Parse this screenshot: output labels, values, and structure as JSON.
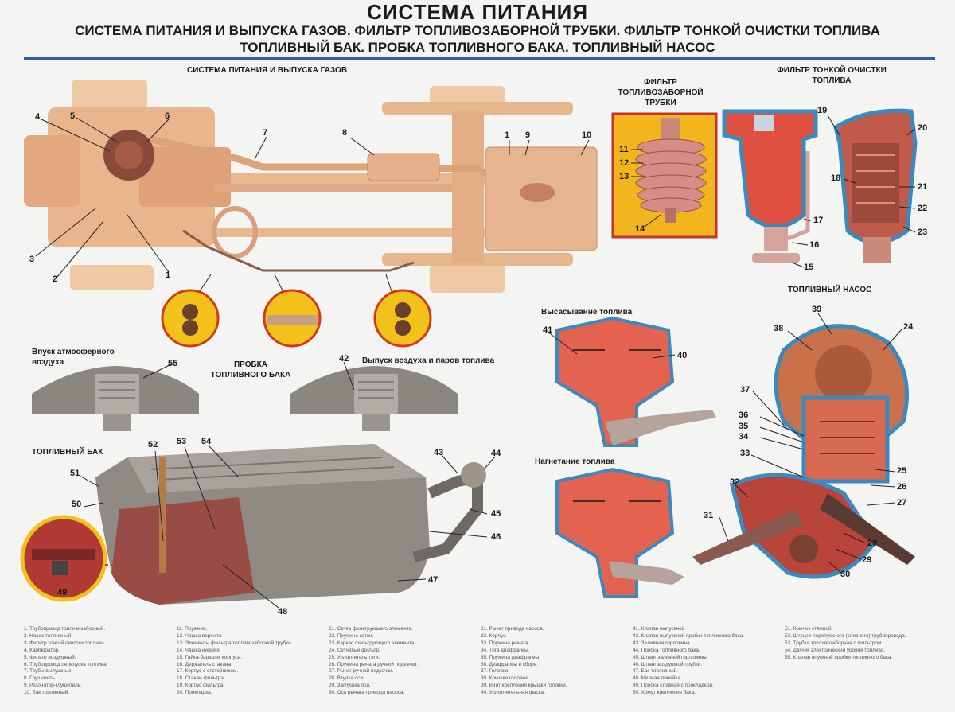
{
  "header": {
    "title": "СИСТЕМА ПИТАНИЯ",
    "subtitle_line1": "СИСТЕМА ПИТАНИЯ И ВЫПУСКА ГАЗОВ. ФИЛЬТР ТОПЛИВОЗАБОРНОЙ ТРУБКИ. ФИЛЬТР ТОНКОЙ ОЧИСТКИ ТОПЛИВА",
    "subtitle_line2": "ТОПЛИВНЫЙ БАК. ПРОБКА ТОПЛИВНОГО БАКА. ТОПЛИВНЫЙ НАСОС"
  },
  "sections": {
    "system": "СИСТЕМА ПИТАНИЯ И ВЫПУСКА ГАЗОВ",
    "intake_filter_l1": "ФИЛЬТР",
    "intake_filter_l2": "ТОПЛИВОЗАБОРНОЙ",
    "intake_filter_l3": "ТРУБКИ",
    "fine_filter_l1": "ФИЛЬТР ТОНКОЙ ОЧИСТКИ",
    "fine_filter_l2": "ТОПЛИВА",
    "pump": "ТОПЛИВНЫЙ НАСОС",
    "suction": "Высасывание топлива",
    "injection": "Нагнетание топлива",
    "air_inlet_l1": "Впуск атмосферного",
    "air_inlet_l2": "воздуха",
    "cap_l1": "ПРОБКА",
    "cap_l2": "ТОПЛИВНОГО БАКА",
    "vapor_outlet": "Выпуск воздуха и паров топлива",
    "tank": "ТОПЛИВНЫЙ БАК"
  },
  "callouts": [
    "1",
    "2",
    "3",
    "4",
    "5",
    "6",
    "7",
    "8",
    "9",
    "10",
    "11",
    "12",
    "13",
    "14",
    "15",
    "16",
    "17",
    "18",
    "19",
    "20",
    "21",
    "22",
    "23",
    "24",
    "25",
    "26",
    "27",
    "28",
    "29",
    "30",
    "31",
    "32",
    "33",
    "34",
    "35",
    "36",
    "37",
    "38",
    "39",
    "40",
    "41",
    "42",
    "43",
    "44",
    "45",
    "46",
    "47",
    "48",
    "49",
    "50",
    "51",
    "52",
    "53",
    "54",
    "55",
    "1"
  ],
  "legend": {
    "col1": [
      "1. Трубопровод топливозаборный.",
      "2. Насос топливный.",
      "3. Фильтр тонкой очистки топлива.",
      "4. Карбюратор.",
      "5. Фильтр воздушный.",
      "6. Трубопровод перепуска топлива.",
      "7. Трубы выпускные.",
      "8. Глушитель.",
      "9. Резонатор-глушитель.",
      "10. Бак топливный."
    ],
    "col2": [
      "11. Пружина.",
      "12. Чашка верхняя.",
      "13. Элементы фильтра топливозаборной трубки.",
      "14. Чашка нижняя.",
      "15. Гайка-барашек корпуса.",
      "16. Держатель стакана.",
      "17. Корпус с отстойником.",
      "18. Стакан фильтра.",
      "19. Корпус фильтра.",
      "20. Прокладка."
    ],
    "col3": [
      "21. Сетка фильтрующего элемента.",
      "22. Пружина сетки.",
      "23. Каркас фильтрующего элемента.",
      "24. Сетчатый фильтр.",
      "25. Уплотнитель тяги.",
      "26. Пружина рычага ручной подкачки.",
      "27. Рычаг ручной подкачки.",
      "28. Втулка оси.",
      "29. Заглушка оси.",
      "30. Ось рычага привода насоса."
    ],
    "col4": [
      "31. Рычаг привода насоса.",
      "32. Корпус.",
      "33. Пружина рычага.",
      "34. Тяга диафрагмы.",
      "35. Пружина диафрагмы.",
      "36. Диафрагмы в сборе.",
      "37. Головка.",
      "38. Крышка головки.",
      "39. Винт крепления крышки головки.",
      "40. Уплотнительная фаска."
    ],
    "col5": [
      "41. Клапан выпускной.",
      "42. Клапан выпускной пробки топливного бака.",
      "43. Заливная горловина.",
      "44. Пробка топливного бака.",
      "45. Шланг заливной горловины.",
      "46. Шланг воздушной трубки.",
      "47. Бак топливный.",
      "48. Мерная линейка.",
      "49. Пробка сливная с прокладкой.",
      "50. Хомут крепления бака."
    ],
    "col6": [
      "51. Крючок стяжной.",
      "52. Штуцер перепускного (сливного) трубопровода.",
      "53. Трубка топливозаборная с фильтром.",
      "54. Датчик электрический уровня топлива.",
      "55. Клапан впускной пробки топливного бака."
    ]
  }
}
